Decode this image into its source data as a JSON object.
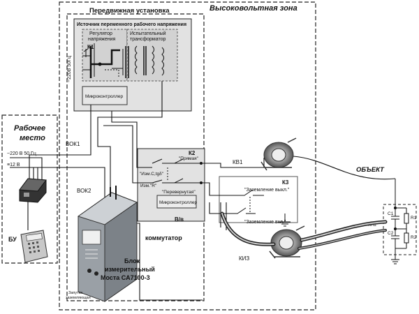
{
  "zones": {
    "high_voltage": "Высоковольтная зона",
    "mobile_unit": "Передвижная установка",
    "workplace_line1": "Рабочее",
    "workplace_line2": "место",
    "object": "ОБЪЕКТ"
  },
  "source": {
    "title": "Источник переменного рабочего напряжения",
    "regulator_line1": "Регулятор",
    "regulator_line2": "напряжения",
    "transformer_line1": "Испытательный",
    "transformer_line2": "трансформатор",
    "k1": "К1",
    "mains": "~220В 50Гц",
    "microcontroller": "Микроконтроллер"
  },
  "switch": {
    "k2": "К2",
    "direct": "\"Прямая\"",
    "inverted": "\"Перевернутая\"",
    "meas_ctg": "\"Изм.С,tgδ\"",
    "meas_r": "Изм.\"R\"",
    "microcontroller": "Микроконтроллер",
    "hv_label": "В/в",
    "name": "коммутатор"
  },
  "k3": {
    "label": "К3",
    "ground_off": "\"Заземление выкл.\"",
    "ground_on": "\"Заземление вкл.\""
  },
  "workplace": {
    "mains": "~220 В 50 Гц",
    "dc": "≡12 В",
    "bu": "БУ"
  },
  "links": {
    "vok1": "ВОК1",
    "vok2": "ВОК2",
    "kv1": "КВ1",
    "kiz": "КИЗ",
    "kp2": "КП2"
  },
  "bridge": {
    "line1": "Блок",
    "line2": "измерительный",
    "line3": "Моста СА7100-3",
    "ground_line1": "Запутка",
    "ground_line2": "заземляющая"
  },
  "object_parts": {
    "c1": "C1",
    "r1": "R1",
    "c2": "C2",
    "r2": "R2"
  }
}
